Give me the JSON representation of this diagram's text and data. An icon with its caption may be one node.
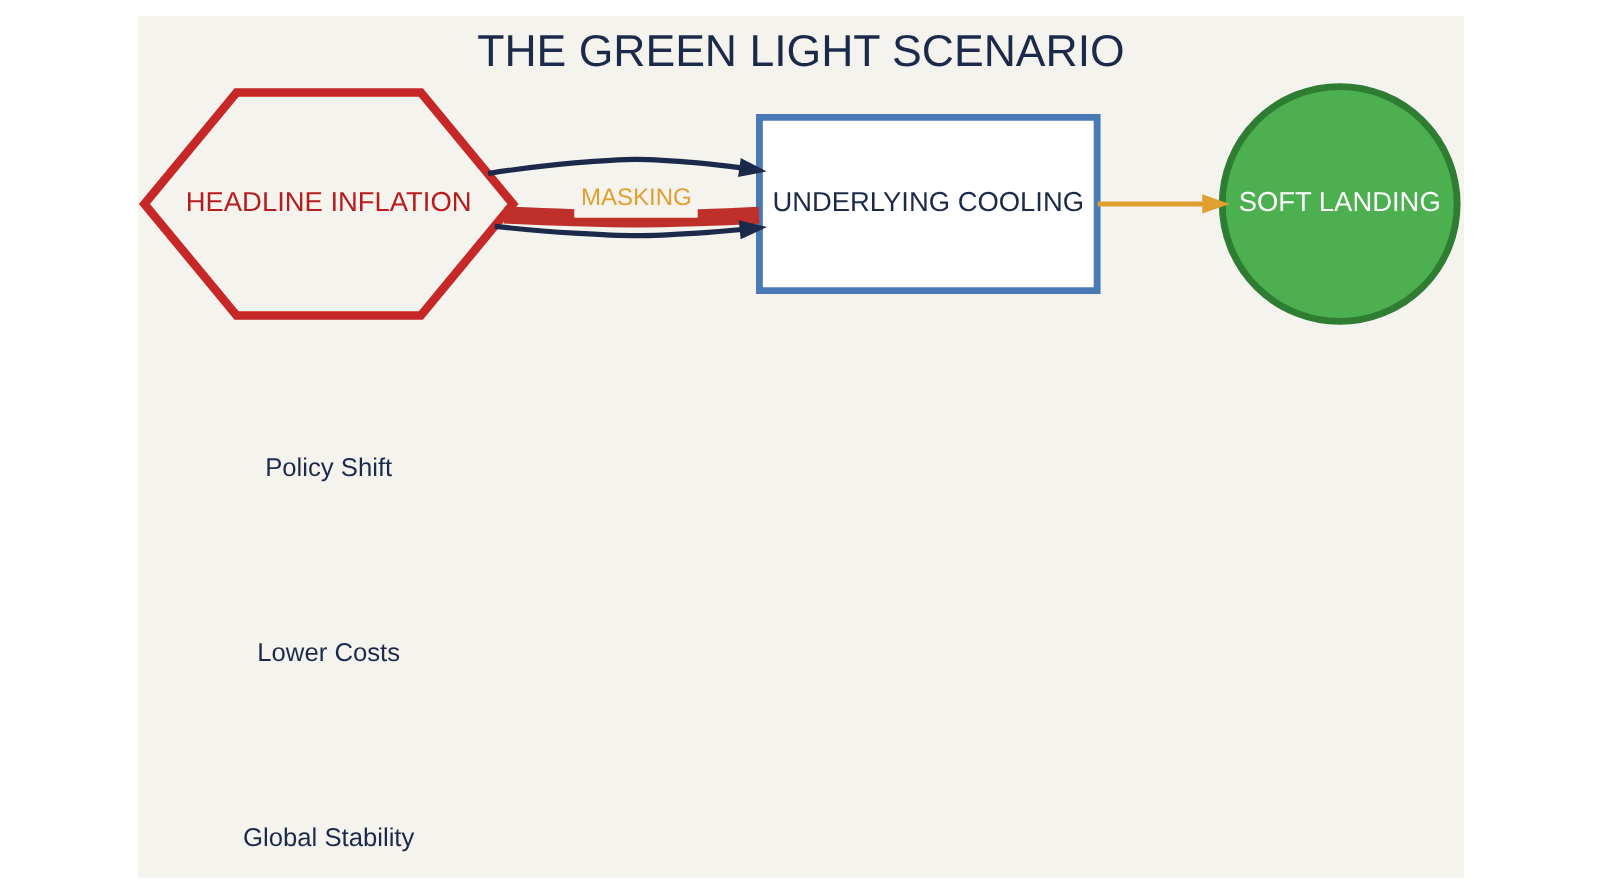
{
  "diagram": {
    "title": "THE GREEN LIGHT SCENARIO",
    "nodes": [
      {
        "text": [
          "HEADLINE INFLATION"
        ]
      },
      {
        "text": [
          "UNDERLYING COOLING"
        ]
      },
      {
        "text": [
          "SOFT LANDING"
        ]
      }
    ],
    "edges": [
      {
        "from": 0,
        "to": 1,
        "arrow": "to"
      },
      {
        "from": 0,
        "to": 1,
        "label": "MASKING",
        "arrow": "none",
        "style": "thick",
        "color": "#c0302b"
      },
      {
        "from": 0,
        "to": 1,
        "arrow": "to"
      },
      {
        "from": 1,
        "to": 2,
        "arrow": "to",
        "color": "#e0a030"
      }
    ],
    "labels": [
      "Policy Shift",
      "Lower Costs",
      "Global Stability"
    ]
  }
}
